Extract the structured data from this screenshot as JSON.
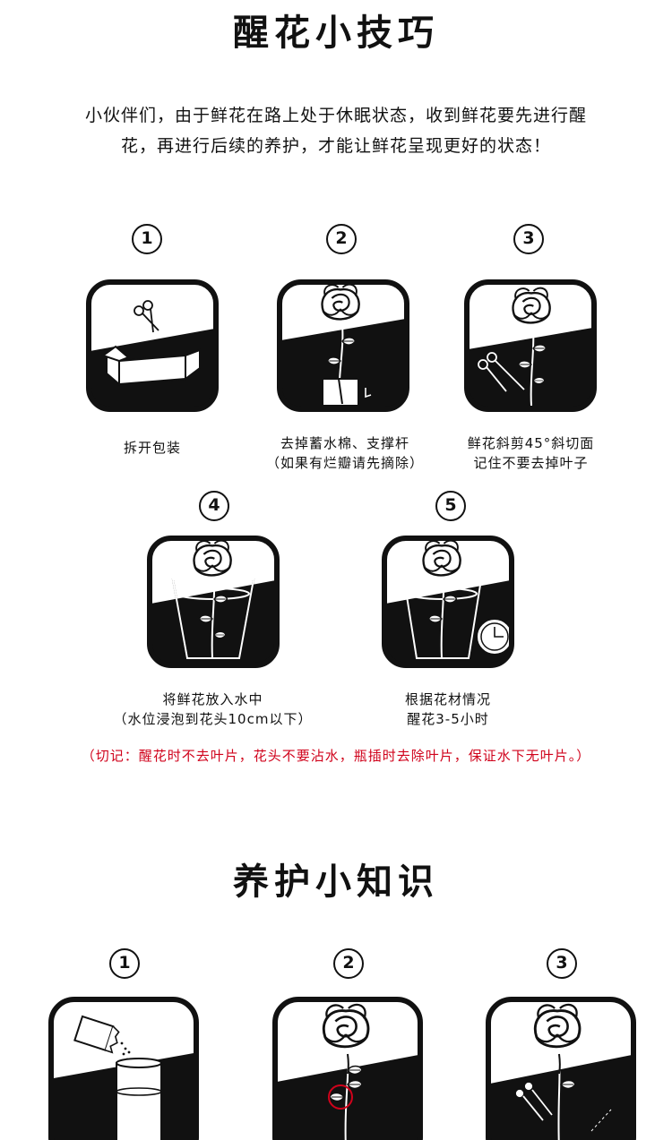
{
  "section1": {
    "title": "醒花小技巧",
    "intro": "小伙伴们，由于鲜花在路上处于休眠状态，收到鲜花要先进行醒花，再进行后续的养护，才能让鲜花呈现更好的状态！",
    "steps": [
      {
        "num": "1",
        "line1": "拆开包装",
        "line2": ""
      },
      {
        "num": "2",
        "line1": "去掉蓄水棉、支撑杆",
        "line2": "（如果有烂瓣请先摘除）"
      },
      {
        "num": "3",
        "line1": "鲜花斜剪45°斜切面",
        "line2": "记住不要去掉叶子"
      },
      {
        "num": "4",
        "line1": "将鲜花放入水中",
        "line2": "（水位浸泡到花头10cm以下）"
      },
      {
        "num": "5",
        "line1": "根据花材情况",
        "line2": "醒花3-5小时"
      }
    ],
    "warning": "（切记：醒花时不去叶片，花头不要沾水，瓶插时去除叶片，保证水下无叶片。）"
  },
  "section2": {
    "title": "养护小知识",
    "steps": [
      {
        "num": "1"
      },
      {
        "num": "2"
      },
      {
        "num": "3"
      }
    ]
  },
  "colors": {
    "ink": "#111111",
    "warning": "#d0021b"
  }
}
